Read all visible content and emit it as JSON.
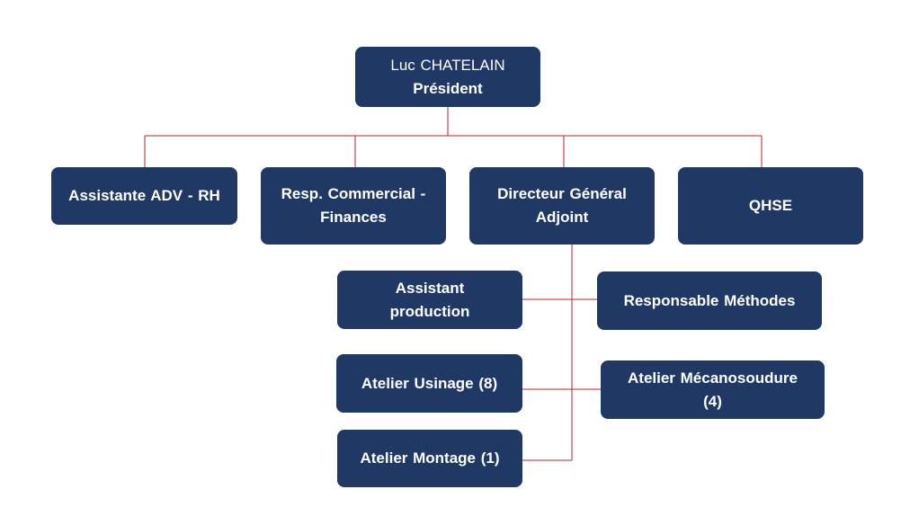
{
  "colors": {
    "node_fill": "#1f3864",
    "node_text": "#ffffff",
    "connector": "#c0212b",
    "background": "#ffffff"
  },
  "president": {
    "name": "Luc CHATELAIN",
    "role": "Président"
  },
  "level2": [
    {
      "id": "assistante-adv-rh",
      "label": "Assistante  ADV - RH"
    },
    {
      "id": "resp-commercial",
      "line1": "Resp. Commercial -",
      "line2": "Finances"
    },
    {
      "id": "directeur-general-adjoint",
      "line1": "Directeur Général",
      "line2": "Adjoint"
    },
    {
      "id": "qhse",
      "label": "QHSE"
    }
  ],
  "production": {
    "assistant": {
      "line1": "Assistant",
      "line2": "production"
    },
    "responsable_methodes": "Responsable  Méthodes",
    "atelier_usinage": "Atelier Usinage (8)",
    "atelier_mecanosoudure": {
      "line1": "Atelier Mécanosoudure",
      "line2": "(4)"
    },
    "atelier_montage": "Atelier Montage (1)"
  }
}
